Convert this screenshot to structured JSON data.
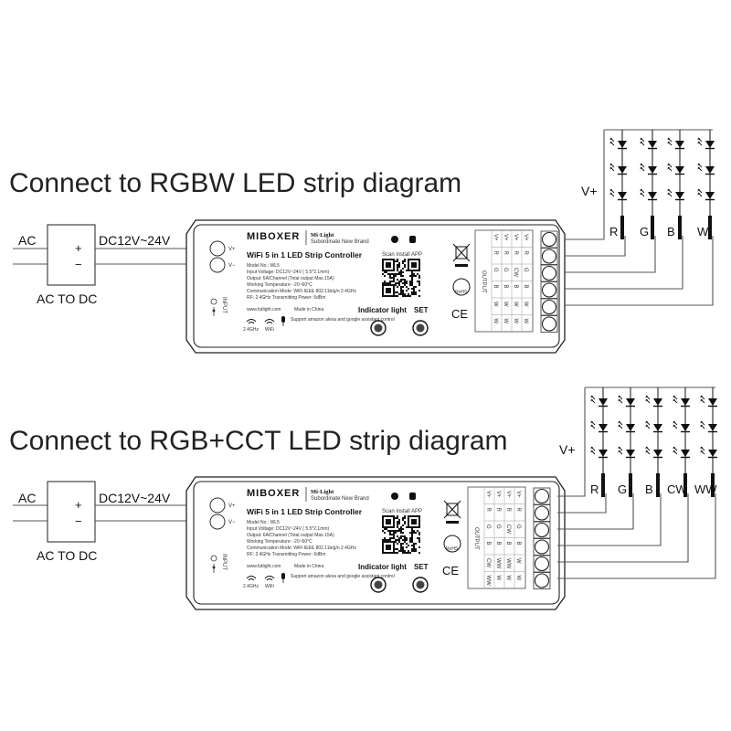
{
  "diagrams": [
    {
      "title": "Connect to RGBW LED strip diagram",
      "channels": [
        "R",
        "G",
        "B",
        "W"
      ],
      "vplus": "V+",
      "output_table": [
        [
          "V+",
          "R",
          "G",
          "B",
          "W",
          "W"
        ],
        [
          "V+",
          "R",
          "G",
          "B",
          "W",
          "W"
        ],
        [
          "V+",
          "R",
          "CW",
          "B",
          "W",
          "W"
        ],
        [
          "V+",
          "R",
          "G",
          "B",
          "W",
          "W"
        ]
      ]
    },
    {
      "title": "Connect to RGB+CCT LED strip diagram",
      "channels": [
        "R",
        "G",
        "B",
        "CW",
        "WW"
      ],
      "vplus": "V+",
      "output_table": [
        [
          "V+",
          "R",
          "G",
          "B",
          "CW",
          "WW"
        ],
        [
          "V+",
          "R",
          "G",
          "B",
          "WW",
          "W"
        ],
        [
          "V+",
          "R",
          "CW",
          "B",
          "WW",
          "W"
        ],
        [
          "V+",
          "R",
          "G",
          "B",
          "W",
          "W"
        ]
      ]
    }
  ],
  "power": {
    "ac": "AC",
    "dc": "DC12V~24V",
    "converter": "AC TO DC",
    "plus": "+",
    "minus": "−"
  },
  "controller": {
    "brand": "MIBOXER",
    "brand_sup": "®",
    "milight": "Mi·Light",
    "milight_sub": "Subordinate New Brand",
    "product": "WiFi 5 in 1 LED Strip Controller",
    "specs": [
      "Model No.: WL5",
      "Input Voltage: DC12V~24V ( 5.5*2.1mm)",
      "Output: 6A/Channel (Total output Max.15A)",
      "Working Temperature: -20~60°C",
      "Communication Mode: WiFi IEEE 802.11b/g/n 2.4GHz",
      "RF: 2.4GHz        Transmitting Power: 6dBm"
    ],
    "website": "www.futlight.com",
    "made_in": "Made in China",
    "scan": "Scan install APP",
    "wifi_24": "2.4GHz",
    "wifi": "WiFi",
    "voice": "Support amazon alexa and google assistant control",
    "indicator": "Indicator light",
    "set": "SET",
    "input": "INPUT",
    "vplus_term": "V+",
    "vminus_term": "V−",
    "output_label": "OUTPUT",
    "rohs": "RoHS",
    "ce": "CE"
  }
}
